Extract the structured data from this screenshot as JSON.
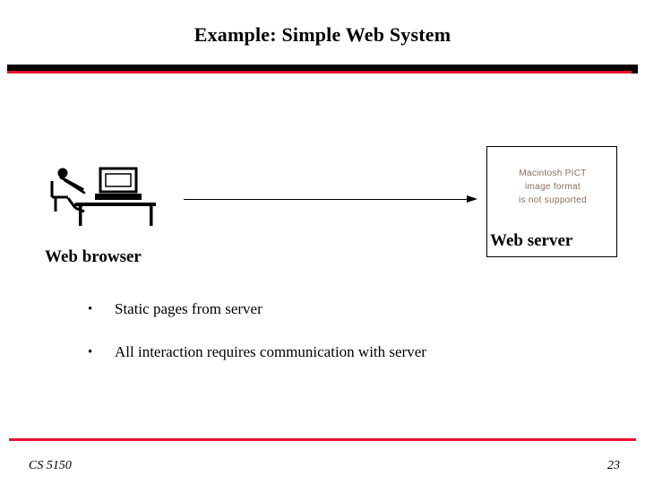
{
  "slide": {
    "title": "Example: Simple Web System",
    "labels": {
      "browser": "Web browser",
      "server": "Web server"
    },
    "missing_image": {
      "line1": "Macintosh PICT",
      "line2": "image format",
      "line3": "is not supported"
    },
    "bullets": [
      {
        "marker": "•",
        "text": "Static pages from server"
      },
      {
        "marker": "•",
        "text": "All interaction requires communication  with  server"
      }
    ],
    "footer": {
      "course": "CS 5150",
      "page_number": "23"
    },
    "colors": {
      "rule_red": "#e8112d",
      "rule_black": "#000000",
      "pict_text": "#8a6d5a"
    },
    "icons": {
      "arrow": "right-arrow-icon",
      "person": "person-at-desk-icon"
    }
  }
}
